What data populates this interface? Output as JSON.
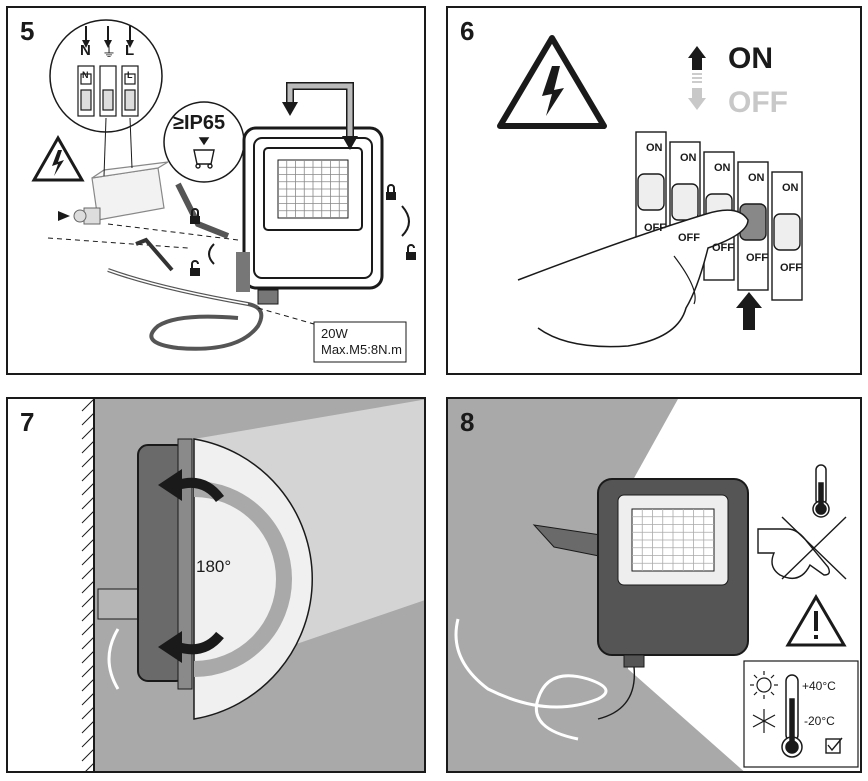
{
  "panels": [
    {
      "step": "5",
      "terminals": {
        "n": "N",
        "earth": "⏚",
        "l": "L",
        "n_slot": "N",
        "l_slot": "L"
      },
      "ip_rating": "≥IP65",
      "spec_line1": "20W",
      "spec_line2": "Max.M5:8N.m"
    },
    {
      "step": "6",
      "on_label": "ON",
      "off_label": "OFF",
      "breaker_on": [
        "ON",
        "ON",
        "ON",
        "ON",
        "ON"
      ],
      "breaker_off": [
        "OFF",
        "OFF",
        "OFF",
        "OFF",
        "OFF"
      ]
    },
    {
      "step": "7",
      "angle_label": "180°"
    },
    {
      "step": "8",
      "temp_max": "+40°C",
      "temp_min": "-20°C"
    }
  ],
  "icons": [
    "high-voltage-warning-icon",
    "lock-icon",
    "unlock-icon",
    "thermometer-icon",
    "hot-surface-no-touch-icon",
    "caution-icon",
    "sun-icon",
    "snowflake-icon",
    "checkbox-icon"
  ],
  "colors": {
    "ink": "#1a1a1a",
    "grey_bg": "#a9a9a9",
    "light_beam": "#e6e6e6",
    "lamp_body": "#555555",
    "arrow_grey": "#c8c8c8"
  }
}
